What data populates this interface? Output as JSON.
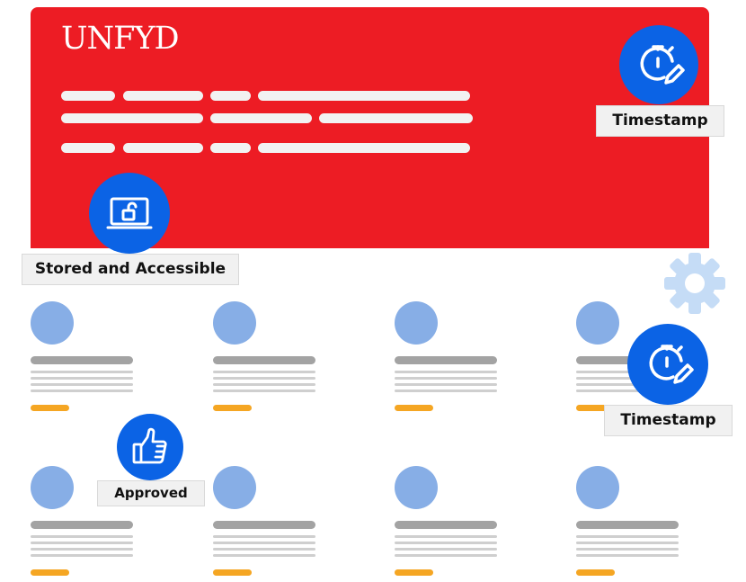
{
  "brand": {
    "logo_text": "UNFYD",
    "hero_color": "#ed1c24",
    "accent_blue": "#0b63e5"
  },
  "badges": {
    "timestamp_top": {
      "icon": "stopwatch-edit-icon",
      "label": "Timestamp"
    },
    "stored": {
      "icon": "laptop-unlock-icon",
      "label": "Stored and Accessible"
    },
    "timestamp_right": {
      "icon": "stopwatch-edit-icon",
      "label": "Timestamp"
    },
    "approved": {
      "icon": "thumbs-up-icon",
      "label": "Approved"
    }
  },
  "decor": {
    "gear_icon": "gear-icon",
    "gear_color": "#c5dcf6"
  },
  "cards": {
    "count": 8,
    "avatar_color": "#87aee6",
    "accent_bar_color": "#f5a623"
  }
}
